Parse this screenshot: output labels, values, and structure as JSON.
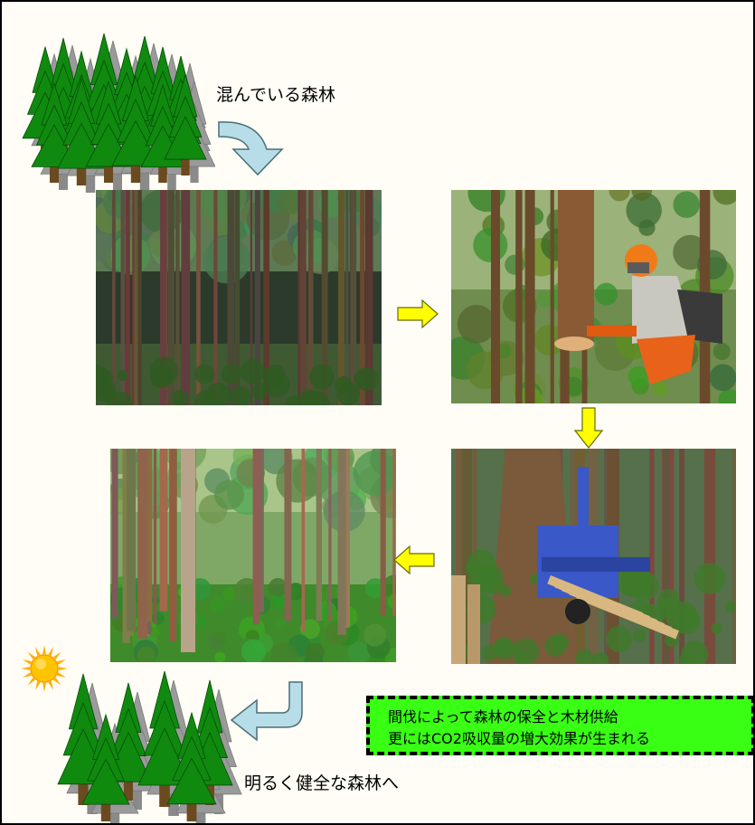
{
  "labels": {
    "crowded_forest": "混んでいる森林",
    "healthy_forest": "明るく健全な森林へ"
  },
  "note": {
    "line1": "間伐によって森林の保全と木材供給",
    "line2": "更にはCO2吸収量の増大効果が生まれる"
  },
  "icons": {
    "dense_trees": "dense-conifer-trees-icon",
    "sparse_trees": "sparse-conifer-trees-icon",
    "sun": "sun-icon",
    "arrows": [
      "curved-arrow-icon",
      "right-arrow-icon",
      "down-arrow-icon",
      "left-arrow-icon",
      "hook-arrow-icon"
    ]
  },
  "photos": [
    "dense-forest-photo",
    "thinning-worker-photo",
    "log-forwarder-photo",
    "thinned-forest-photo"
  ],
  "colors": {
    "tree_green": "#0f8a0f",
    "tree_shadow": "#9a9a9a",
    "flow_arrow": "#ffff00",
    "curve_arrow": "#b7dde8",
    "note_bg": "#39ff14",
    "sun": "#ffb000"
  }
}
